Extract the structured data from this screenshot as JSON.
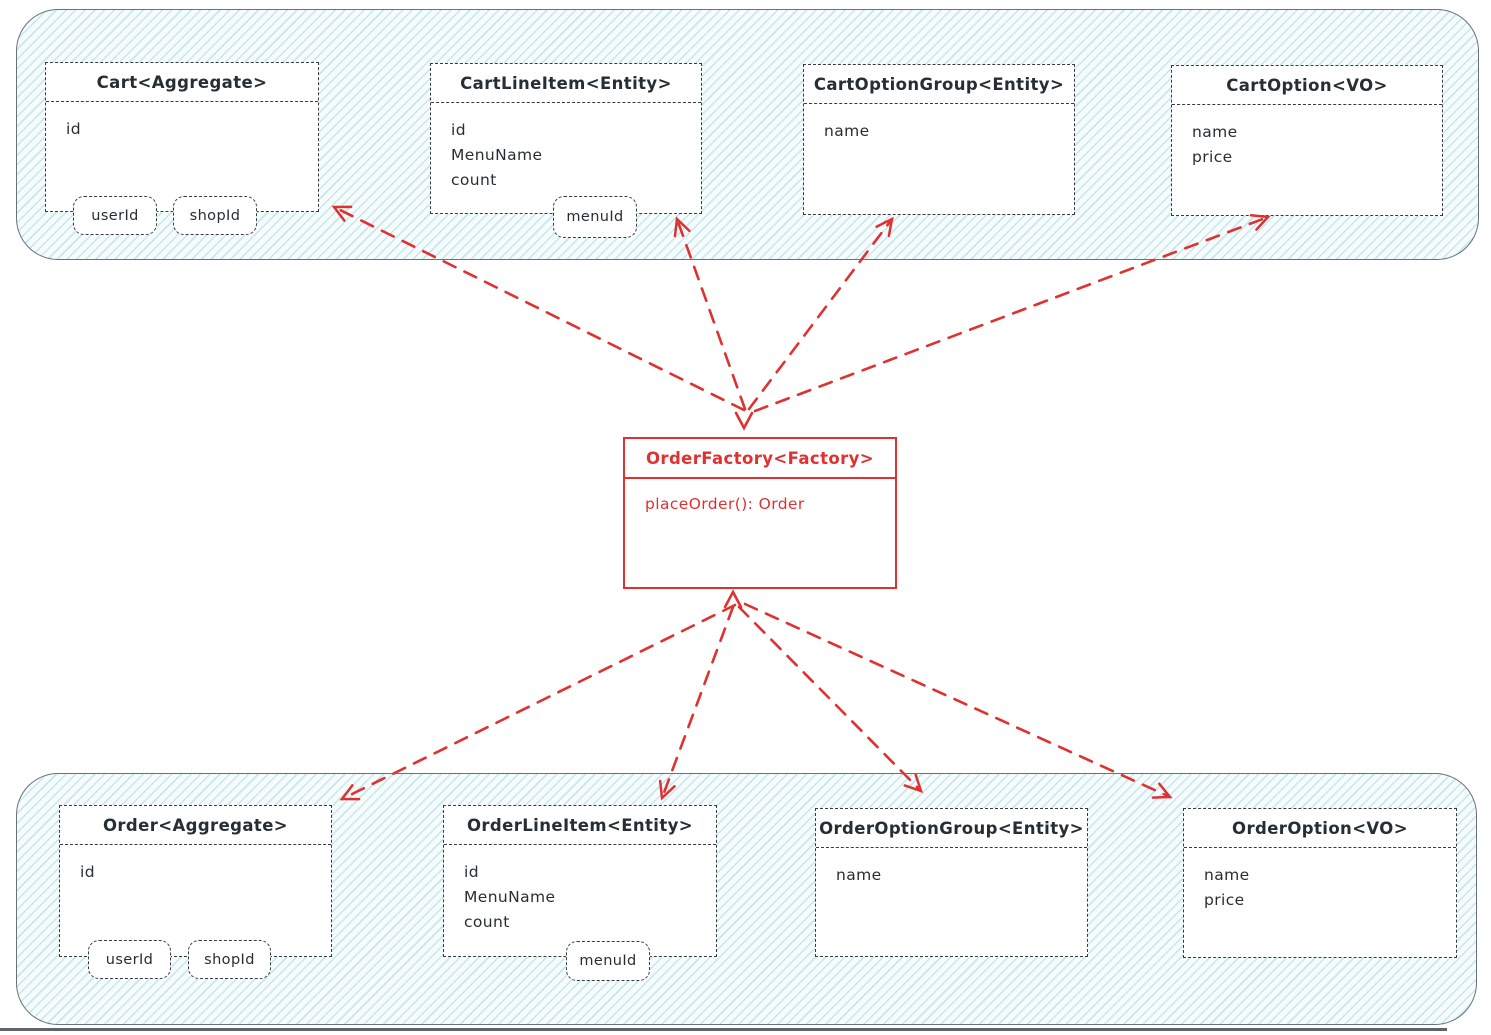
{
  "colors": {
    "arrow_red": "#e03131",
    "stroke_dark": "#343c41",
    "boundary_fill": "#f6fbfc",
    "hatch_line": "#7bc7d6"
  },
  "cart_boundary": {
    "classes": [
      {
        "title": "Cart<Aggregate>",
        "fields": [
          "id"
        ],
        "tags": [
          "userId",
          "shopId"
        ]
      },
      {
        "title": "CartLineItem<Entity>",
        "fields": [
          "id",
          "MenuName",
          "count"
        ],
        "tags": [
          "menuId"
        ]
      },
      {
        "title": "CartOptionGroup<Entity>",
        "fields": [
          "name"
        ],
        "tags": []
      },
      {
        "title": "CartOption<VO>",
        "fields": [
          "name",
          "price"
        ],
        "tags": []
      }
    ]
  },
  "factory": {
    "title": "OrderFactory<Factory>",
    "method": "placeOrder(): Order"
  },
  "order_boundary": {
    "classes": [
      {
        "title": "Order<Aggregate>",
        "fields": [
          "id"
        ],
        "tags": [
          "userId",
          "shopId"
        ]
      },
      {
        "title": "OrderLineItem<Entity>",
        "fields": [
          "id",
          "MenuName",
          "count"
        ],
        "tags": [
          "menuId"
        ]
      },
      {
        "title": "OrderOptionGroup<Entity>",
        "fields": [
          "name"
        ],
        "tags": []
      },
      {
        "title": "OrderOption<VO>",
        "fields": [
          "name",
          "price"
        ],
        "tags": []
      }
    ]
  }
}
